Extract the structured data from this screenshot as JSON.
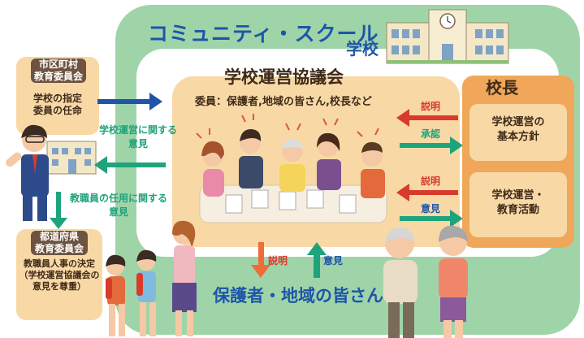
{
  "community_school": {
    "title": "コミュニティ・スクール"
  },
  "school": {
    "label": "学校"
  },
  "council": {
    "title": "学校運営協議会",
    "members": "委員：保護者,地域の皆さん,校長など"
  },
  "municipal_board": {
    "header_line1": "市区町村",
    "header_line2": "教育委員会",
    "body_line1": "学校の指定",
    "body_line2": "委員の任命"
  },
  "prefectural_board": {
    "header_line1": "都道府県",
    "header_line2": "教育委員会",
    "body_line1": "教職員人事の決定",
    "body_line2": "（学校運営協議会の",
    "body_line3": "意見を尊重）"
  },
  "principal": {
    "title": "校長",
    "item1_line1": "学校運営の",
    "item1_line2": "基本方針",
    "item2_line1": "学校運営・",
    "item2_line2": "教育活動"
  },
  "arrows": {
    "opinion_school_ops_line1": "学校運営に関する",
    "opinion_school_ops_line2": "意見",
    "opinion_staff_line1": "教職員の任用に関する",
    "opinion_staff_line2": "意見",
    "explain_1": "説明",
    "approve": "承認",
    "explain_2": "説明",
    "opinion_principal": "意見",
    "explain_parents": "説明",
    "opinion_parents": "意見"
  },
  "parents": {
    "label": "保護者・地域の皆さん"
  },
  "colors": {
    "blue": "#1e55a8",
    "green": "#1fa37b",
    "red": "#d83b2b",
    "community_green": "#9fd4a9",
    "council_beige": "#f8d9a6",
    "principal_orange": "#f0a75a"
  }
}
